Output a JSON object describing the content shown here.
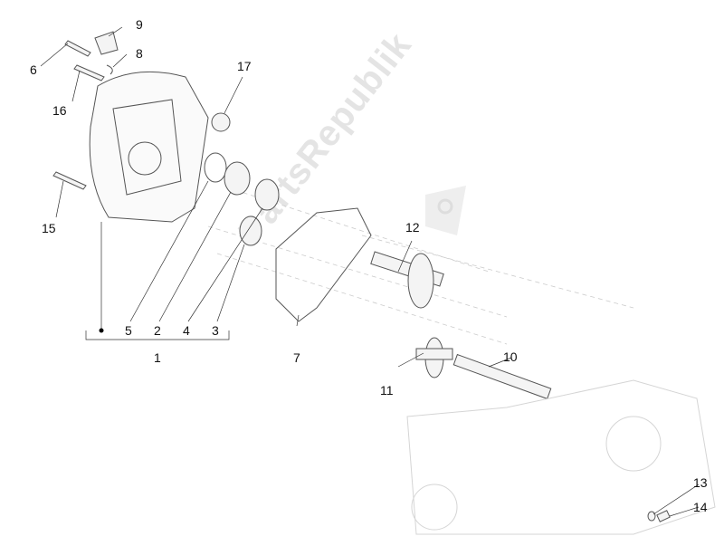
{
  "watermark": "PartsRepublik",
  "labels": {
    "l1": "1",
    "l2": "2",
    "l3": "3",
    "l4": "4",
    "l5": "5",
    "l6": "6",
    "l7": "7",
    "l8": "8",
    "l9": "9",
    "l10": "10",
    "l11": "11",
    "l12": "12",
    "l13": "13",
    "l14": "14",
    "l15": "15",
    "l16": "16",
    "l17": "17"
  }
}
